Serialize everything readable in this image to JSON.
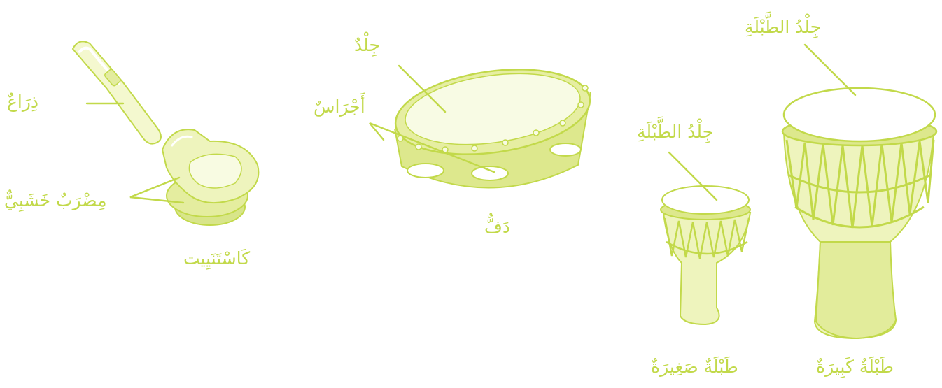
{
  "colors": {
    "accent": "#c2d94a",
    "fill_light": "#f6f9d2",
    "fill_mid": "#e7efa6",
    "fill_dark": "#d4e27a",
    "background": "#ffffff"
  },
  "castanets": {
    "arm_label": "ذِرَاعٌ",
    "wooden_beater_label": "مِضْرَبٌ خَشَبِيٌّ",
    "name": "كَاسْتَنَيِيت"
  },
  "tambourine": {
    "skin_label": "جِلْدٌ",
    "bells_label": "أَجْرَاسٌ",
    "name": "دَفٌّ"
  },
  "small_drum": {
    "skin_label": "جِلْدُ الطَّبْلَةِ",
    "name": "طَبْلَةٌ صَغِيرَةٌ"
  },
  "large_drum": {
    "skin_label": "جِلْدُ الطَّبْلَةِ",
    "name": "طَبْلَةٌ كَبِيرَةٌ"
  }
}
